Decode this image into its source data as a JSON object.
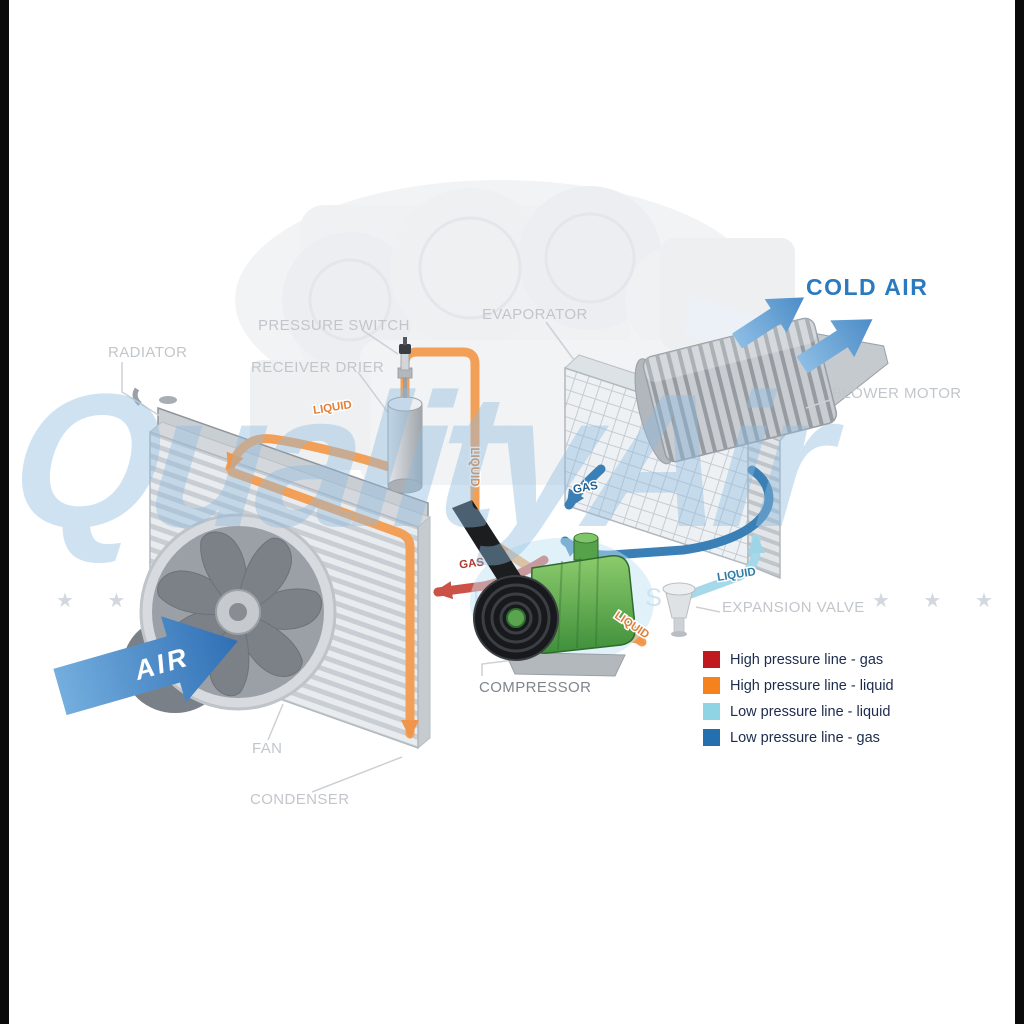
{
  "labels": {
    "radiator": "RADIATOR",
    "pressure_switch": "PRESSURE SWITCH",
    "receiver_drier": "RECEIVER DRIER",
    "evaporator": "EVAPORATOR",
    "blower_motor": "BLOWER MOTOR",
    "cold_air": "COLD AIR",
    "expansion_valve": "EXPANSION VALVE",
    "compressor": "COMPRESSOR",
    "fan": "FAN",
    "condenser": "CONDENSER",
    "air": "AIR"
  },
  "flow": {
    "liquid_to_drier": "LIQUID",
    "liquid_down": "LIQUID",
    "liquid_to_valve": "LIQUID",
    "liquid_low": "LIQUID",
    "gas_discharge": "GAS",
    "gas_suction": "GAS"
  },
  "legend": {
    "items": [
      {
        "label": "High pressure line - gas",
        "color": "#c01a20"
      },
      {
        "label": "High pressure line - liquid",
        "color": "#f5821f"
      },
      {
        "label": "Low pressure line - liquid",
        "color": "#8fd4e4"
      },
      {
        "label": "Low pressure line -  gas",
        "color": "#2470ae"
      }
    ]
  },
  "watermark": {
    "brand": "QualityAir",
    "stars_left": "★ ★ ★ ★",
    "stars_right": "★ ★ ★",
    "subtext": "AUTO PARTS"
  }
}
